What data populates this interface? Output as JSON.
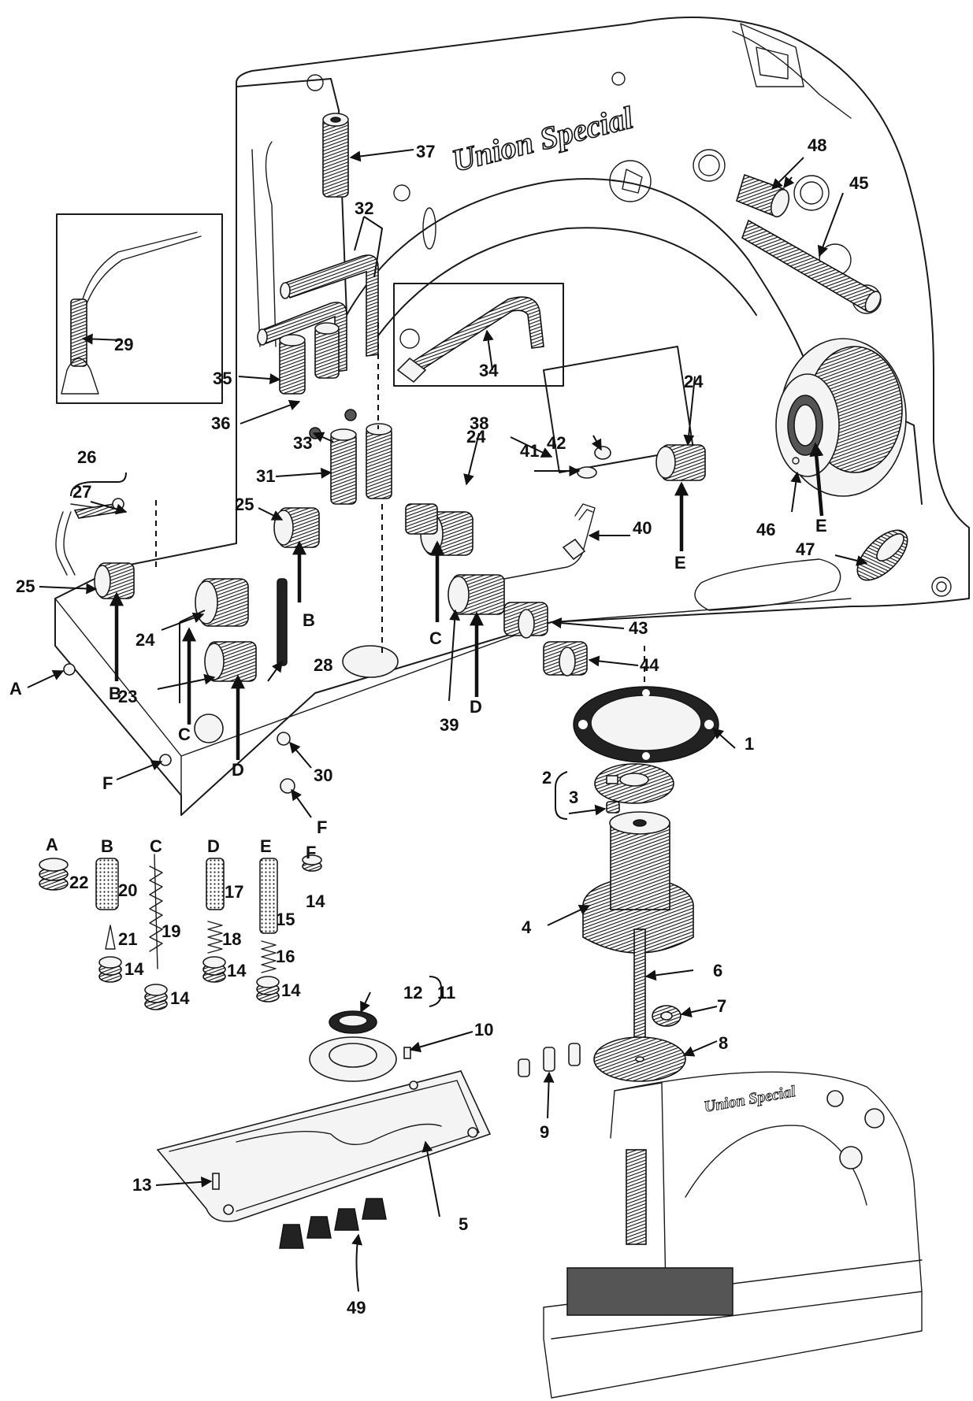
{
  "brand": "Union Special",
  "callouts": [
    {
      "id": "1",
      "text": "1"
    },
    {
      "id": "2",
      "text": "2"
    },
    {
      "id": "3",
      "text": "3"
    },
    {
      "id": "4",
      "text": "4"
    },
    {
      "id": "5",
      "text": "5"
    },
    {
      "id": "6",
      "text": "6"
    },
    {
      "id": "7",
      "text": "7"
    },
    {
      "id": "8",
      "text": "8"
    },
    {
      "id": "9",
      "text": "9"
    },
    {
      "id": "10",
      "text": "10"
    },
    {
      "id": "11",
      "text": "11"
    },
    {
      "id": "12",
      "text": "12"
    },
    {
      "id": "13",
      "text": "13"
    },
    {
      "id": "14a",
      "text": "14"
    },
    {
      "id": "14b",
      "text": "14"
    },
    {
      "id": "14c",
      "text": "14"
    },
    {
      "id": "14d",
      "text": "14"
    },
    {
      "id": "14e",
      "text": "14"
    },
    {
      "id": "15",
      "text": "15"
    },
    {
      "id": "16",
      "text": "16"
    },
    {
      "id": "17",
      "text": "17"
    },
    {
      "id": "18",
      "text": "18"
    },
    {
      "id": "19",
      "text": "19"
    },
    {
      "id": "20",
      "text": "20"
    },
    {
      "id": "21",
      "text": "21"
    },
    {
      "id": "22",
      "text": "22"
    },
    {
      "id": "23",
      "text": "23"
    },
    {
      "id": "24a",
      "text": "24"
    },
    {
      "id": "24b",
      "text": "24"
    },
    {
      "id": "24c",
      "text": "24"
    },
    {
      "id": "25a",
      "text": "25"
    },
    {
      "id": "25b",
      "text": "25"
    },
    {
      "id": "26",
      "text": "26"
    },
    {
      "id": "27",
      "text": "27"
    },
    {
      "id": "28",
      "text": "28"
    },
    {
      "id": "29",
      "text": "29"
    },
    {
      "id": "30",
      "text": "30"
    },
    {
      "id": "31",
      "text": "31"
    },
    {
      "id": "32",
      "text": "32"
    },
    {
      "id": "33",
      "text": "33"
    },
    {
      "id": "34",
      "text": "34"
    },
    {
      "id": "35",
      "text": "35"
    },
    {
      "id": "36",
      "text": "36"
    },
    {
      "id": "37",
      "text": "37"
    },
    {
      "id": "38",
      "text": "38"
    },
    {
      "id": "39",
      "text": "39"
    },
    {
      "id": "40",
      "text": "40"
    },
    {
      "id": "41",
      "text": "41"
    },
    {
      "id": "42",
      "text": "42"
    },
    {
      "id": "43",
      "text": "43"
    },
    {
      "id": "44",
      "text": "44"
    },
    {
      "id": "45",
      "text": "45"
    },
    {
      "id": "46",
      "text": "46"
    },
    {
      "id": "47",
      "text": "47"
    },
    {
      "id": "48",
      "text": "48"
    },
    {
      "id": "49",
      "text": "49"
    }
  ],
  "location_letters": [
    {
      "id": "A1",
      "text": "A"
    },
    {
      "id": "B1",
      "text": "B"
    },
    {
      "id": "B2",
      "text": "B"
    },
    {
      "id": "C1",
      "text": "C"
    },
    {
      "id": "C2",
      "text": "C"
    },
    {
      "id": "D1",
      "text": "D"
    },
    {
      "id": "D2",
      "text": "D"
    },
    {
      "id": "E1",
      "text": "E"
    },
    {
      "id": "E2",
      "text": "E"
    },
    {
      "id": "F1",
      "text": "F"
    },
    {
      "id": "F2",
      "text": "F"
    }
  ],
  "key_headers": [
    "A",
    "B",
    "C",
    "D",
    "E",
    "F"
  ]
}
